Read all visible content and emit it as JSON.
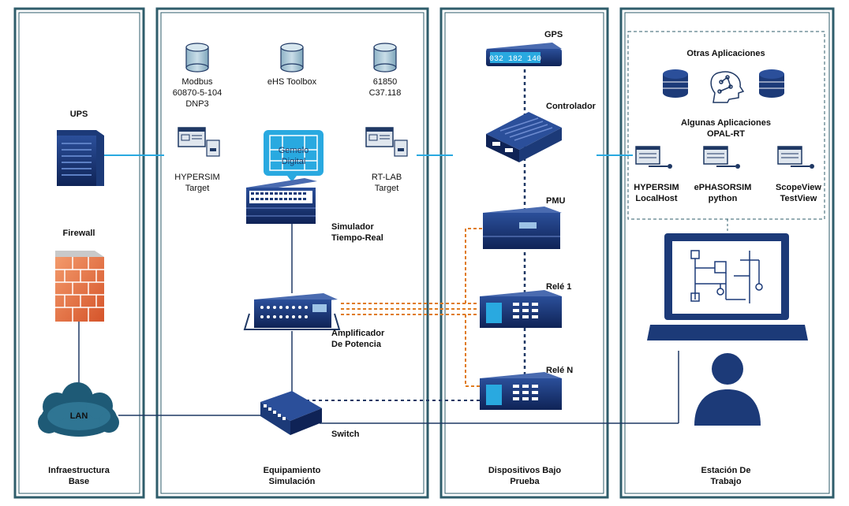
{
  "panels": [
    {
      "id": "infra",
      "title": "Infraestructura\nBase"
    },
    {
      "id": "equip",
      "title": "Equipamiento\nSimulación"
    },
    {
      "id": "dut",
      "title": "Dispositivos Bajo\nPrueba"
    },
    {
      "id": "ws",
      "title": "Estación De\nTrabajo"
    }
  ],
  "infra": {
    "ups": "UPS",
    "firewall": "Firewall",
    "lan": "LAN"
  },
  "equip": {
    "db1": "Modbus\n60870-5-104\nDNP3",
    "db2": "eHS Toolbox",
    "db3": "61850\nC37.118",
    "hypersim_target": "HYPERSIM\nTarget",
    "rtlab_target": "RT-LAB\nTarget",
    "digital_twin": "Gemelo\nDigital",
    "simulator": "Simulador\nTiempo-Real",
    "amplifier": "Amplificador\nDe Potencia",
    "switch": "Switch"
  },
  "dut": {
    "gps": "GPS",
    "gps_display": "032 182 140",
    "controller": "Controlador",
    "pmu": "PMU",
    "relay1": "Relé 1",
    "relayN": "Relé N"
  },
  "ws": {
    "other_apps": "Otras Aplicaciones",
    "some_apps": "Algunas Aplicaciones\nOPAL-RT",
    "app1": "HYPERSIM\nLocalHost",
    "app2": "ePHASORSIM\npython",
    "app3": "ScopeView\nTestView"
  },
  "colors": {
    "panel_border": "#2f5d6b",
    "link_blue": "#29a9e0",
    "link_dark": "#1f3864",
    "link_orange": "#e07b1f",
    "device_navy": "#1c3a78"
  }
}
